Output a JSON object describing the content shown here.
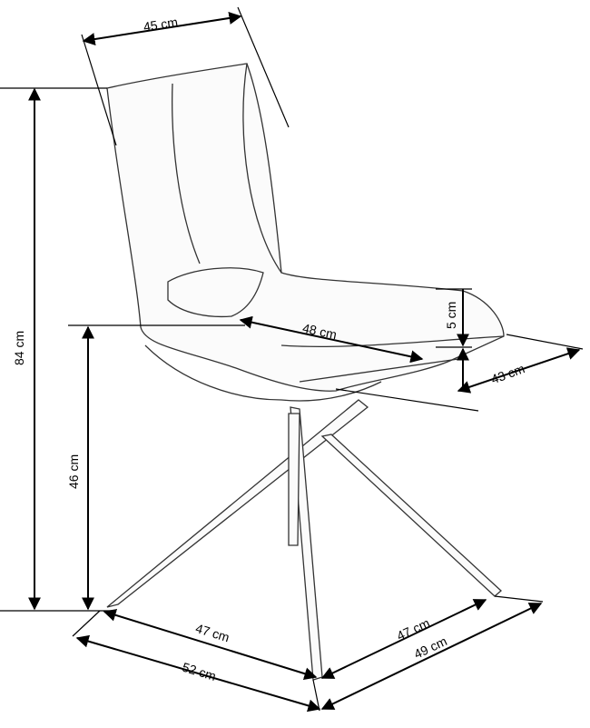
{
  "diagram": {
    "subject": "chair",
    "dimensions": {
      "back_width": "45 cm",
      "total_height": "84 cm",
      "seat_thickness": "5 cm",
      "seat_width": "48 cm",
      "seat_depth": "43 cm",
      "seat_height": "46 cm",
      "base_left_inner": "47 cm",
      "overall_width": "52 cm",
      "base_right_inner": "47 cm",
      "overall_depth": "49 cm"
    },
    "colors": {
      "line": "#000000",
      "sketch": "#333333"
    }
  }
}
